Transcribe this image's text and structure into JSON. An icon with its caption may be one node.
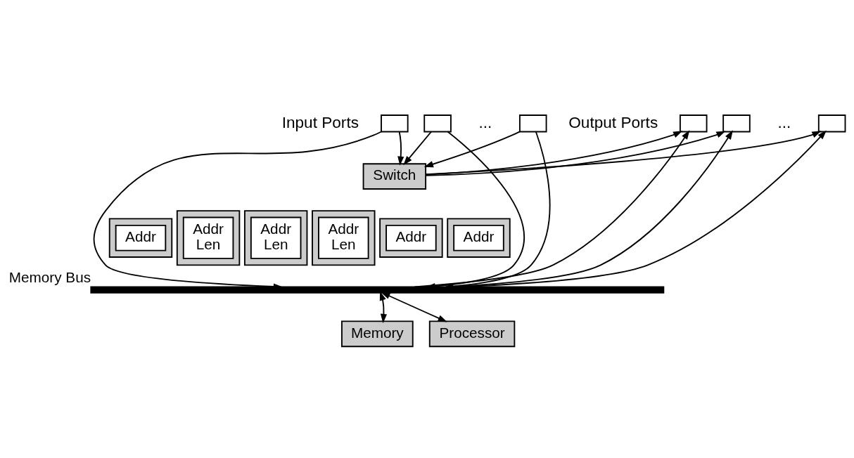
{
  "diagram": {
    "nodes": [
      {
        "text": [],
        "shape": "queue"
      },
      {
        "text": [],
        "shape": "queue"
      },
      {
        "text": [],
        "shape": "queue"
      },
      {
        "text": [],
        "shape": "queue"
      },
      {
        "text": [],
        "shape": "queue"
      },
      {
        "text": [],
        "shape": "queue"
      },
      {
        "text": [
          "Switch"
        ]
      },
      {
        "text": [],
        "shape": "box"
      },
      {
        "text": [
          "Addr"
        ],
        "in": 7
      },
      {
        "text": [],
        "shape": "box"
      },
      {
        "text": [
          "Addr"
        ],
        "in": 9
      },
      {
        "text": [],
        "shape": "box"
      },
      {
        "text": [
          "Addr"
        ],
        "in": 11
      },
      {
        "text": [],
        "shape": "box"
      },
      {
        "text": [
          "Addr",
          "Len"
        ],
        "in": 13
      },
      {
        "text": [],
        "shape": "box"
      },
      {
        "text": [
          "Addr",
          "Len"
        ],
        "in": 15
      },
      {
        "text": [],
        "shape": "box"
      },
      {
        "text": [
          "Addr",
          "Len"
        ],
        "in": 17
      },
      {
        "text": [],
        "shape": "bar",
        "beside": [
          "Memory Bus"
        ]
      },
      {
        "text": [
          "Memory"
        ]
      },
      {
        "text": [
          "Processor"
        ]
      }
    ],
    "edges": [
      {
        "from": 0,
        "to": 19,
        "arrow": "to"
      },
      {
        "from": 1,
        "to": 19,
        "arrow": "to"
      },
      {
        "from": 2,
        "to": 19,
        "arrow": "to"
      },
      {
        "from": 0,
        "to": 6,
        "arrow": "to"
      },
      {
        "from": 1,
        "to": 6,
        "arrow": "to"
      },
      {
        "from": 2,
        "to": 6,
        "arrow": "to"
      },
      {
        "from": 6,
        "to": 3,
        "arrow": "to"
      },
      {
        "from": 6,
        "to": 4,
        "arrow": "to"
      },
      {
        "from": 6,
        "to": 5,
        "arrow": "to"
      },
      {
        "from": 19,
        "to": 3,
        "arrow": "to"
      },
      {
        "from": 19,
        "to": 4,
        "arrow": "to"
      },
      {
        "from": 19,
        "to": 5,
        "arrow": "to"
      },
      {
        "from": 19,
        "to": 20,
        "arrow": "both"
      },
      {
        "from": 19,
        "to": 21,
        "arrow": "both"
      }
    ],
    "labels": [
      "Input Ports",
      "...",
      "Output Ports",
      "..."
    ]
  }
}
